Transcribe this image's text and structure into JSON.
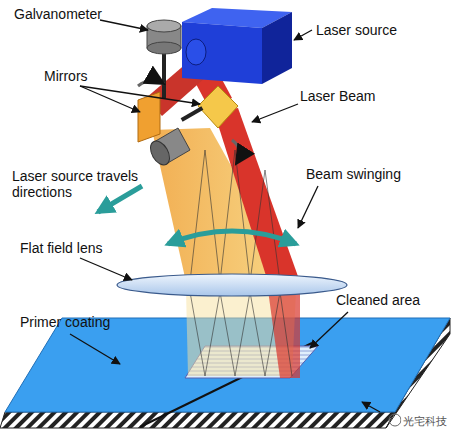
{
  "diagram": {
    "labels": [
      "Galvanometer",
      "Laser source",
      "Mirrors",
      "Laser Beam",
      "Laser source travels directions",
      "Beam swinging",
      "Flat field lens",
      "Cleaned area",
      "Primer coating",
      "光宅科技"
    ]
  }
}
